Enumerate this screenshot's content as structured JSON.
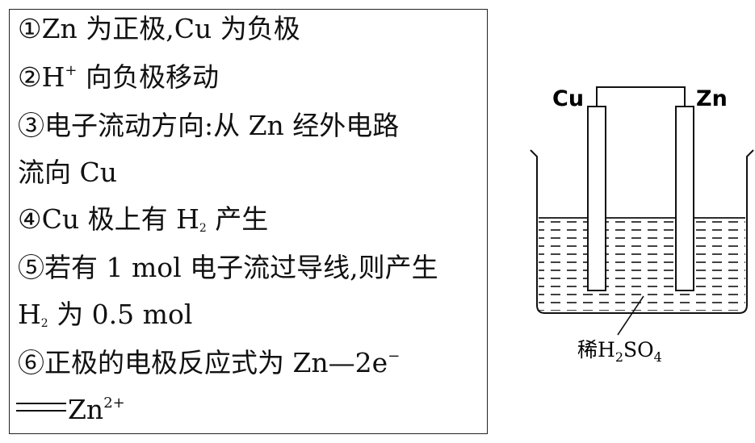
{
  "statements": {
    "s1": {
      "mark": "①",
      "text": "Zn 为正极,Cu 为负极"
    },
    "s2": {
      "mark": "②",
      "h": "H",
      "plus": "+",
      "text": " 向负极移动"
    },
    "s3": {
      "mark": "③",
      "text": "电子流动方向:从 Zn 经外电路"
    },
    "s3b": {
      "text": "流向 Cu"
    },
    "s4": {
      "mark": "④",
      "pre": "Cu 极上有 H",
      "sub": "2",
      "post": " 产生"
    },
    "s5": {
      "mark": "⑤",
      "text": "若有 1 mol 电子流过导线,则产生"
    },
    "s5b": {
      "pre": "H",
      "sub": "2",
      "post": " 为 0.5 mol"
    },
    "s6": {
      "mark": "⑥",
      "text": "正极的电极反应式为 Zn—2e",
      "sup": "−"
    },
    "s6b": {
      "text": "Zn",
      "sup": "2+"
    }
  },
  "diagram": {
    "left_electrode": "Cu",
    "right_electrode": "Zn",
    "solution_prefix": "稀H",
    "solution_sub1": "2",
    "solution_mid": "SO",
    "solution_sub2": "4"
  }
}
